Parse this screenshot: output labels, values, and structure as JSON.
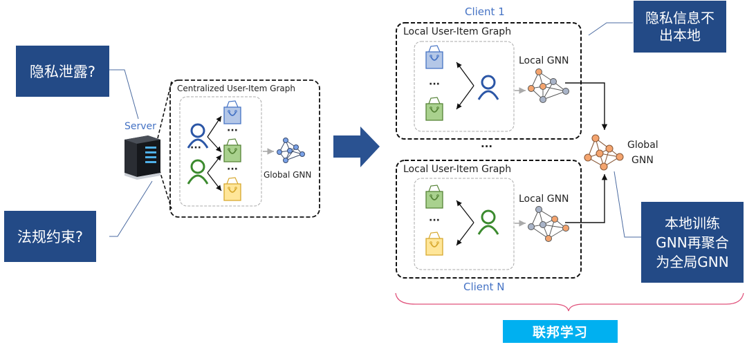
{
  "callouts": {
    "privacy_leak": "隐私泄露?",
    "regulation": "法规约束?",
    "privacy_local_line1": "隐私信息不",
    "privacy_local_line2": "出本地",
    "train_local_line1": "本地训练",
    "train_local_line2": "GNN再聚合",
    "train_local_line3": "为全局GNN"
  },
  "server": {
    "label": "Server",
    "icon": "server-icon"
  },
  "centralized": {
    "title": "Centralized User-Item Graph",
    "gnn_label": "Global GNN",
    "users": [
      "blue-user",
      "green-user"
    ],
    "items": [
      "blue-bag",
      "green-bag",
      "yellow-bag"
    ],
    "ellipsis": "···"
  },
  "clients": [
    {
      "name": "Client 1",
      "graph_title": "Local User-Item Graph",
      "gnn_label": "Local GNN",
      "user": "blue-user",
      "items": [
        "blue-bag",
        "green-bag"
      ]
    },
    {
      "name": "Client N",
      "graph_title": "Local User-Item Graph",
      "gnn_label": "Local GNN",
      "user": "green-user",
      "items": [
        "green-bag",
        "yellow-bag"
      ]
    }
  ],
  "clients_ellipsis": "···",
  "global_gnn": {
    "line1": "Global",
    "line2": "GNN"
  },
  "federated_label": "联邦学习",
  "colors": {
    "callout_bg": "#234a86",
    "arrow_blue": "#2a5291",
    "text_blue": "#4472c4",
    "fed_label_bg": "#00b0f0",
    "brace": "#e0507a",
    "node_orange": "#f4a46e",
    "node_gray": "#a9b4c8",
    "node_blue": "#7aa2e8"
  }
}
